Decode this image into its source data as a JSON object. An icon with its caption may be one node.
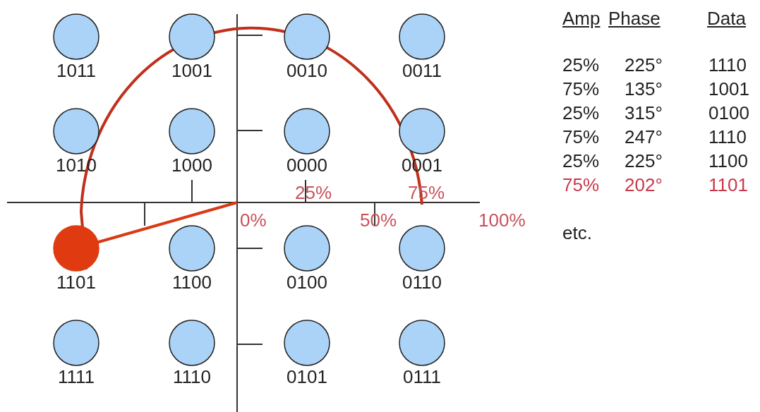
{
  "diagram": {
    "nodes": [
      {
        "text": [
          "1011"
        ]
      },
      {
        "text": [
          "1001"
        ]
      },
      {
        "text": [
          "0010"
        ]
      },
      {
        "text": [
          "0011"
        ]
      },
      {
        "text": [
          "1010"
        ]
      },
      {
        "text": [
          "1000"
        ]
      },
      {
        "text": [
          "0000"
        ]
      },
      {
        "text": [
          "0001"
        ]
      },
      {
        "text": [
          "1101"
        ]
      },
      {
        "text": [
          "1100"
        ]
      },
      {
        "text": [
          "0100"
        ]
      },
      {
        "text": [
          "0110"
        ]
      },
      {
        "text": [
          "1111"
        ]
      },
      {
        "text": [
          "1110"
        ]
      },
      {
        "text": [
          "0101"
        ]
      },
      {
        "text": [
          "0111"
        ]
      }
    ],
    "labels": [
      "25%",
      "75%",
      "0%",
      "50%",
      "100%",
      "Amp",
      "Phase",
      "Data",
      "25%",
      "225°",
      "1110",
      "75%",
      "135°",
      "1001",
      "25%",
      "315°",
      "0100",
      "75%",
      "247°",
      "1110",
      "25%",
      "225°",
      "1100",
      "75%",
      "202°",
      "1101",
      "etc."
    ]
  }
}
